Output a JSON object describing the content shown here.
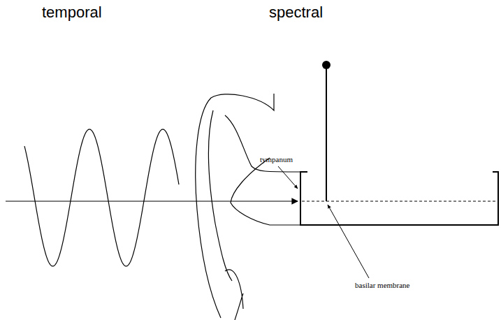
{
  "diagram": {
    "labels": [
      "temporal",
      "spectral",
      "tympanum",
      "basilar membrane"
    ]
  }
}
